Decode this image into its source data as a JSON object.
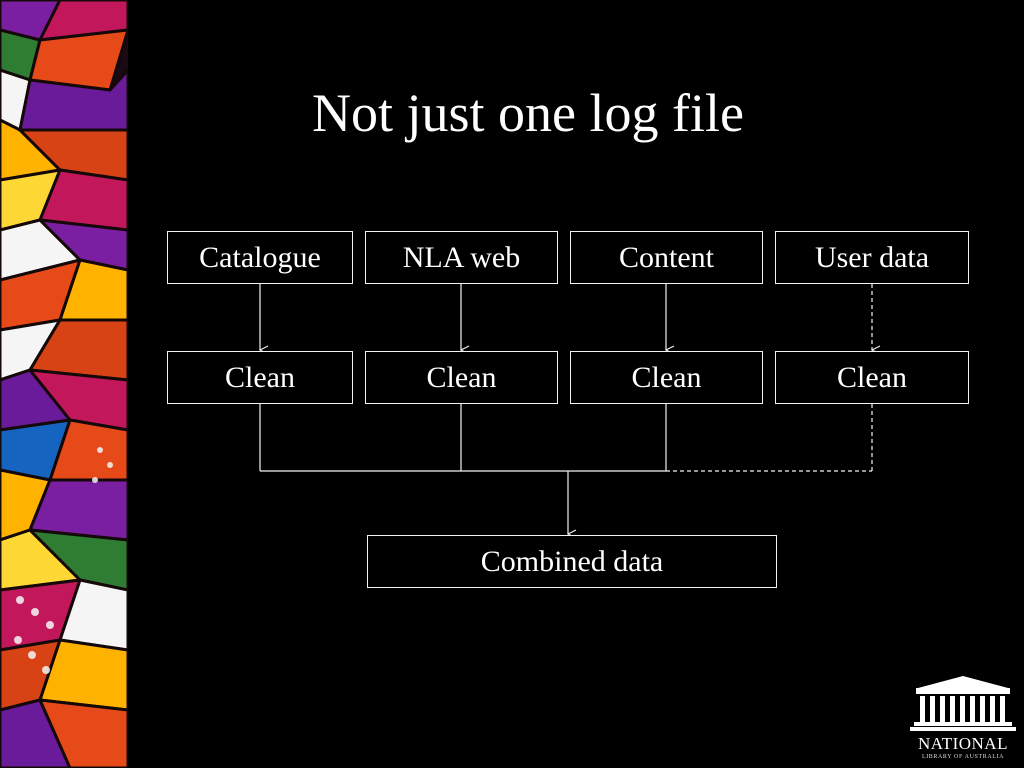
{
  "slide": {
    "title": "Not just one log file"
  },
  "diagram": {
    "sources": [
      "Catalogue",
      "NLA web",
      "Content",
      "User data"
    ],
    "clean_steps": [
      "Clean",
      "Clean",
      "Clean",
      "Clean"
    ],
    "output": "Combined data",
    "dashed_path_source": "User data",
    "line_color": "#f2f2f2"
  },
  "logo": {
    "name": "NATIONAL",
    "subtitle": "LIBRARY OF AUSTRALIA"
  },
  "decor": {
    "left_panel": "stained-glass-window",
    "colors": [
      "#c2185b",
      "#e64a19",
      "#ffb300",
      "#7b1fa2",
      "#1565c0",
      "#2e7d32",
      "#f5f5f5",
      "#d84315",
      "#6a1b9a",
      "#fdd835"
    ]
  }
}
